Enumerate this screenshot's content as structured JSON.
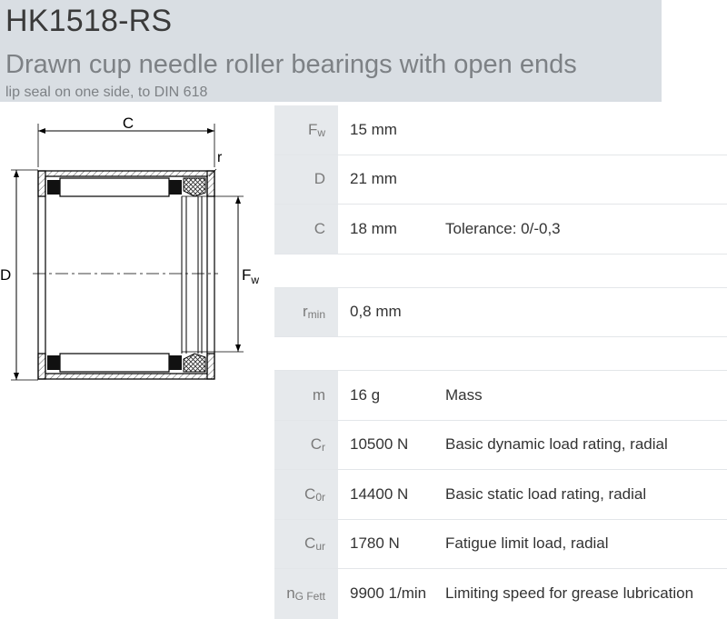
{
  "header": {
    "title": "HK1518-RS",
    "subtitle": "Drawn cup needle roller bearings with open ends",
    "note": "lip seal on one side, to DIN 618"
  },
  "drawing": {
    "label_c": "C",
    "label_r": "r",
    "label_d": "D",
    "label_fw_main": "F",
    "label_fw_sub": "w"
  },
  "rows": [
    {
      "sym": "F",
      "sub": "w",
      "value": "15  mm",
      "desc": ""
    },
    {
      "sym": "D",
      "sub": "",
      "value": "21  mm",
      "desc": ""
    },
    {
      "sym": "C",
      "sub": "",
      "value": "18  mm",
      "desc": "Tolerance: 0/-0,3"
    },
    {
      "sym": "r",
      "sub": "min",
      "value": "0,8  mm",
      "desc": ""
    },
    {
      "sym": "m",
      "sub": "",
      "value": "16  g",
      "desc": "Mass"
    },
    {
      "sym": "C",
      "sub": "r",
      "value": "10500  N",
      "desc": "Basic dynamic load rating, radial"
    },
    {
      "sym": "C",
      "sub": "0r",
      "value": "14400  N",
      "desc": "Basic static load rating, radial"
    },
    {
      "sym": "C",
      "sub": "ur",
      "value": "1780  N",
      "desc": "Fatigue limit load, radial"
    },
    {
      "sym": "n",
      "sub": "G Fett",
      "value": "9900  1/min",
      "desc": "Limiting speed for grease lubrication"
    }
  ]
}
